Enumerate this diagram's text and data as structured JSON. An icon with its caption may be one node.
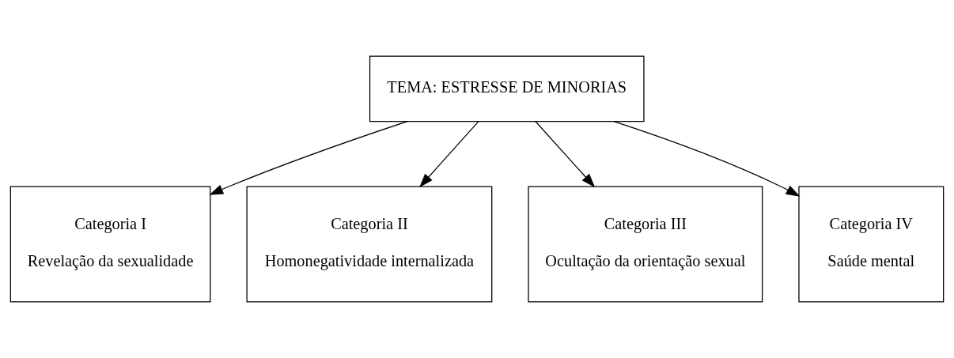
{
  "diagram": {
    "nodes": [
      {
        "text": [
          "TEMA: ESTRESSE DE MINORIAS"
        ]
      },
      {
        "text": [
          "Categoria I",
          "Revelação da sexualidade"
        ]
      },
      {
        "text": [
          "Categoria II",
          "Homonegatividade internalizada"
        ]
      },
      {
        "text": [
          "Categoria III",
          "Ocultação da orientação sexual"
        ]
      },
      {
        "text": [
          "Categoria IV",
          "Saúde mental"
        ]
      }
    ],
    "edges": [
      {
        "from": 0,
        "to": 1,
        "arrow": "to"
      },
      {
        "from": 0,
        "to": 2,
        "arrow": "to"
      },
      {
        "from": 0,
        "to": 3,
        "arrow": "to"
      },
      {
        "from": 0,
        "to": 4,
        "arrow": "to"
      }
    ]
  }
}
